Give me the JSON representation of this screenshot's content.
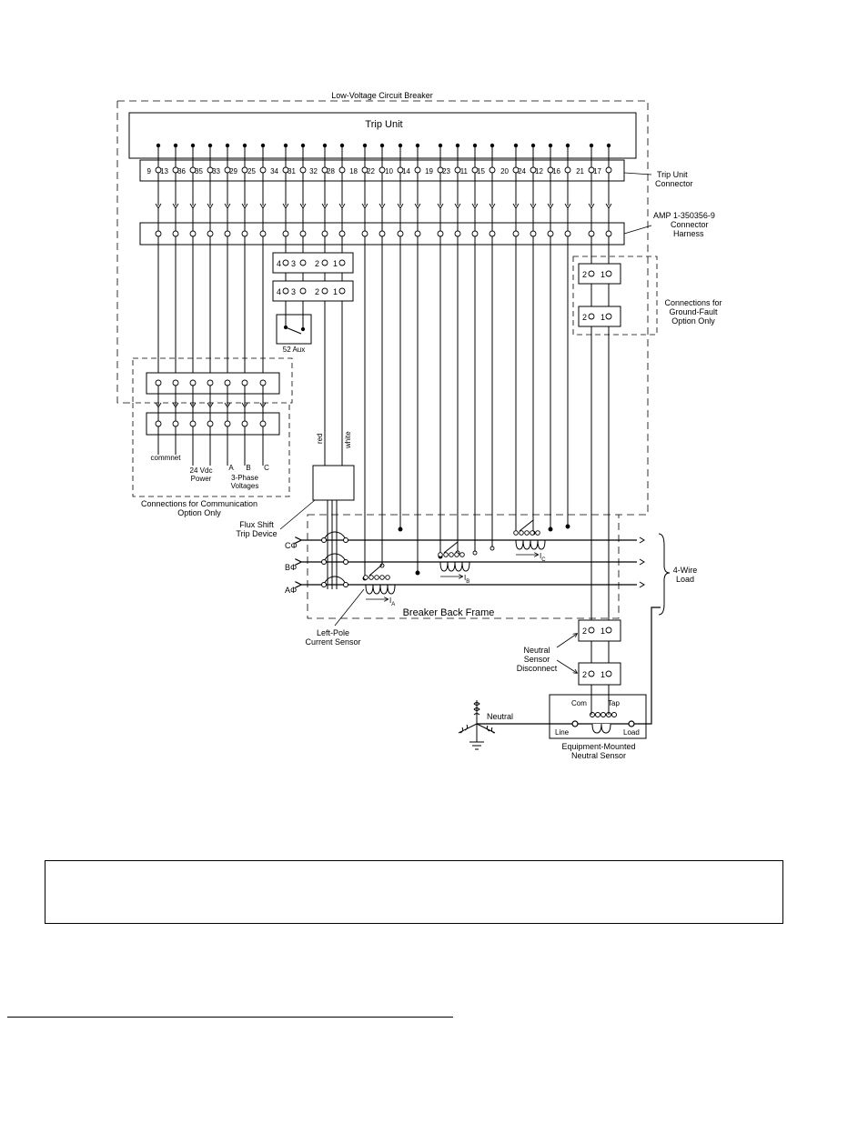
{
  "diagram": {
    "breaker_label": "Low-Voltage Circuit Breaker",
    "trip_unit_label": "Trip Unit",
    "trip_connector_label": [
      "Trip Unit",
      "Connector"
    ],
    "harness_label": [
      "AMP 1-350356-9",
      "Connector",
      "Harness"
    ],
    "ground_fault_label": [
      "Connections for",
      "Ground-Fault",
      "Option Only"
    ],
    "aux_label": "52 Aux",
    "comm_label": [
      "Connections for Communication",
      "Option Only"
    ],
    "commnet_label": "commnet",
    "power_label": [
      "24 Vdc",
      "Power"
    ],
    "phase_letters": [
      "A",
      "B",
      "C"
    ],
    "voltages_label": [
      "3-Phase",
      "Voltages"
    ],
    "wire_red": "red",
    "wire_white": "white",
    "flux_shift_label": [
      "Flux Shift",
      "Trip Device"
    ],
    "phase_c": "CΦ",
    "phase_b": "BΦ",
    "phase_a": "AΦ",
    "back_frame_label": "Breaker Back Frame",
    "load_label": [
      "4-Wire",
      "Load"
    ],
    "left_pole_label": [
      "Left-Pole",
      "Current Sensor"
    ],
    "neutral_disconnect_label": [
      "Neutral",
      "Sensor",
      "Disconnect"
    ],
    "neutral_label": "Neutral",
    "com_label": "Com",
    "tap_label": "Tap",
    "line_label": "Line",
    "load_terminal_label": "Load",
    "neutral_sensor_label": [
      "Equipment-Mounted",
      "Neutral Sensor"
    ],
    "ia": "I",
    "ib": "I",
    "ic": "I",
    "sub_a": "A",
    "sub_b": "B",
    "sub_c": "C",
    "terminal_numbers": [
      "9",
      "13",
      "36",
      "35",
      "33",
      "29",
      "25",
      "34",
      "31",
      "32",
      "28",
      "18",
      "22",
      "10",
      "14",
      "19",
      "23",
      "11",
      "15",
      "20",
      "24",
      "12",
      "16",
      "21",
      "17"
    ],
    "aux_terminals_top": [
      "4",
      "3",
      "2",
      "1"
    ],
    "aux_terminals_bottom": [
      "4",
      "3",
      "2",
      "1"
    ],
    "gf_terminals_top": [
      "2",
      "1"
    ],
    "gf_terminals_bottom": [
      "2",
      "1"
    ],
    "nd_terminals_top": [
      "2",
      "1"
    ],
    "nd_terminals_bottom": [
      "2",
      "1"
    ]
  }
}
